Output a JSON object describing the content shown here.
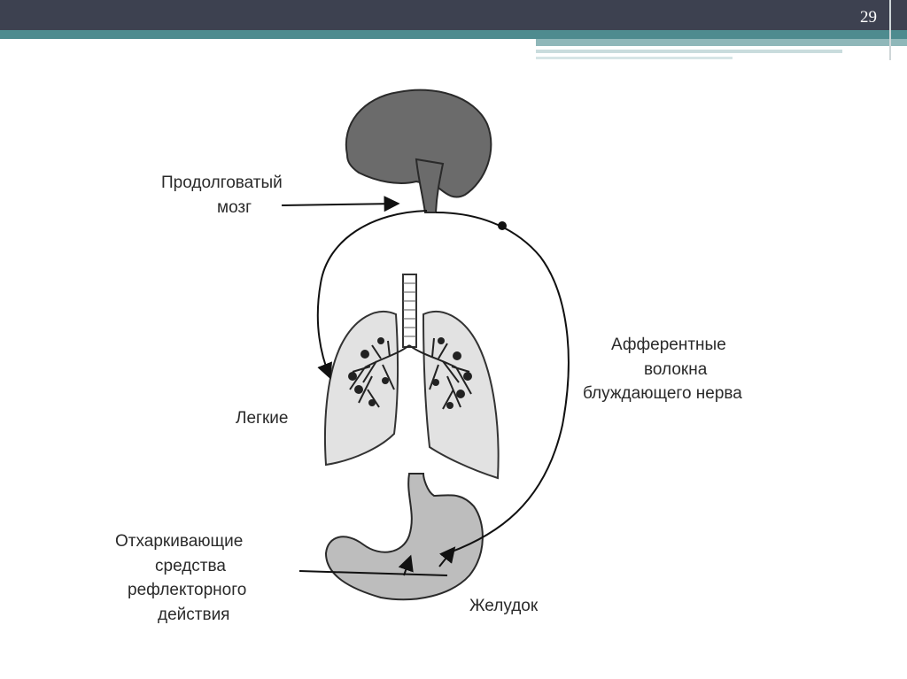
{
  "slide_number": "29",
  "labels": {
    "medulla_line1": "Продолговатый",
    "medulla_line2": "мозг",
    "afferent_line1": "Афферентные",
    "afferent_line2": "волокна",
    "afferent_line3": "блуждающего нерва",
    "lungs": "Легкие",
    "expect_line1": "Отхаркивающие",
    "expect_line2": "средства",
    "expect_line3": "рефлекторного",
    "expect_line4": "действия",
    "stomach": "Желудок"
  }
}
